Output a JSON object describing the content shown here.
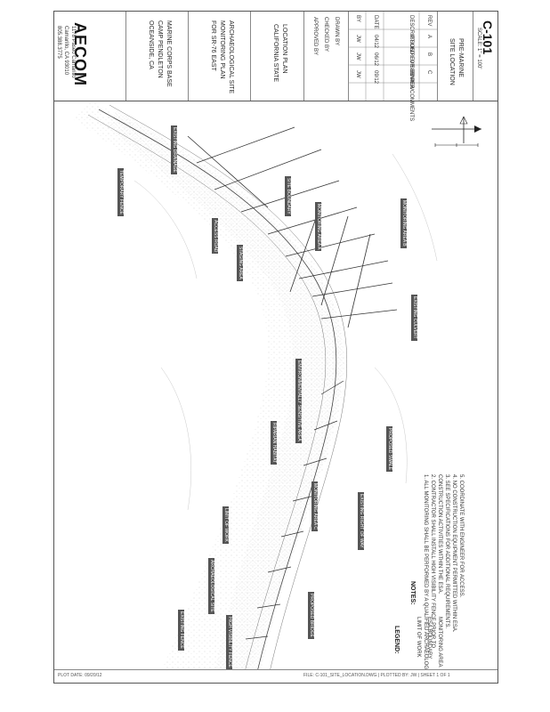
{
  "title_block": {
    "company": "AECOM",
    "company_address": [
      "1178 Paseo Camarillo",
      "Camarillo, CA 93010",
      "805.388.3775"
    ],
    "client": [
      "MARINE CORPS BASE",
      "CAMP PENDLETON",
      "OCEANSIDE, CA"
    ],
    "project": [
      "ARCHAEOLOGICAL SITE",
      "MONITORING PLAN",
      "FOR SR-76 EAST"
    ],
    "sheet_subject": [
      "LOCATION PLAN",
      "CALIFORNIA STATE"
    ],
    "sheet_title": [
      "PRE-MARINE",
      "SITE LOCATION"
    ],
    "sheet_number": "C-101",
    "scale_note": "SCALE: 1\" = 100'",
    "revisions_header": [
      "REV",
      "DESCRIPTION",
      "DATE",
      "BY"
    ],
    "revisions": [
      {
        "rev": "A",
        "desc": "ISSUED FOR REVIEW",
        "date": "04/12",
        "by": "JW"
      },
      {
        "rev": "B",
        "desc": "REVISED PER COMMENTS",
        "date": "06/12",
        "by": "JW"
      },
      {
        "rev": "C",
        "desc": "FINAL",
        "date": "09/12",
        "by": "JW"
      }
    ],
    "drawn_by": "DRAWN BY",
    "checked_by": "CHECKED BY",
    "approved_by": "APPROVED BY"
  },
  "callouts": [
    {
      "text": "SITE BOUNDARY"
    },
    {
      "text": "EXISTING DRAINAGE"
    },
    {
      "text": "TEMPORARY FENCE"
    },
    {
      "text": "MONITORING AREA A"
    },
    {
      "text": "MONITORING AREA B"
    },
    {
      "text": "ACCESS ROAD"
    },
    {
      "text": "STAGING AREA"
    },
    {
      "text": "EXISTING CULVERT"
    },
    {
      "text": "ENVIRONMENTALLY SENSITIVE AREA"
    },
    {
      "text": "PROPOSED SWALE"
    },
    {
      "text": "RIPARIAN HABITAT"
    },
    {
      "text": "MONITORING AREA C"
    },
    {
      "text": "EXISTING RIGHT OF WAY"
    },
    {
      "text": "LIMIT OF WORK"
    },
    {
      "text": "ARCHAEOLOGICAL SITE"
    },
    {
      "text": "PROPOSED BRIDGE"
    },
    {
      "text": "EXISTING FENCE"
    },
    {
      "text": "HIGH VISIBILITY FENCE"
    }
  ],
  "notes": {
    "title": "NOTES:",
    "items": [
      "1. ALL MONITORING SHALL BE PERFORMED BY A QUALIFIED ARCHAEOLOGIST.",
      "2. CONTRACTOR SHALL INSTALL HIGH VISIBILITY FENCE PRIOR TO",
      "   CONSTRUCTION ACTIVITIES WITHIN THE ESA.",
      "3. SEE SPECIFICATIONS FOR ADDITIONAL REQUIREMENTS.",
      "4. NO CONSTRUCTION EQUIPMENT PERMITTED WITHIN ESA.",
      "5. COORDINATE WITH ENGINEER FOR ACCESS."
    ]
  },
  "legend": {
    "title": "LEGEND:",
    "items": [
      "LIMIT OF WORK",
      "ESA BOUNDARY",
      "MONITORING AREA"
    ]
  },
  "footer": {
    "left": "PLOT DATE: 09/20/12",
    "right": "FILE: C-101_SITE_LOCATION.DWG  |  PLOTTED BY: JW  |  SHEET 1 OF 1"
  },
  "colors": {
    "ink": "#222222",
    "callout_bg": "#555555",
    "line": "#888888"
  }
}
